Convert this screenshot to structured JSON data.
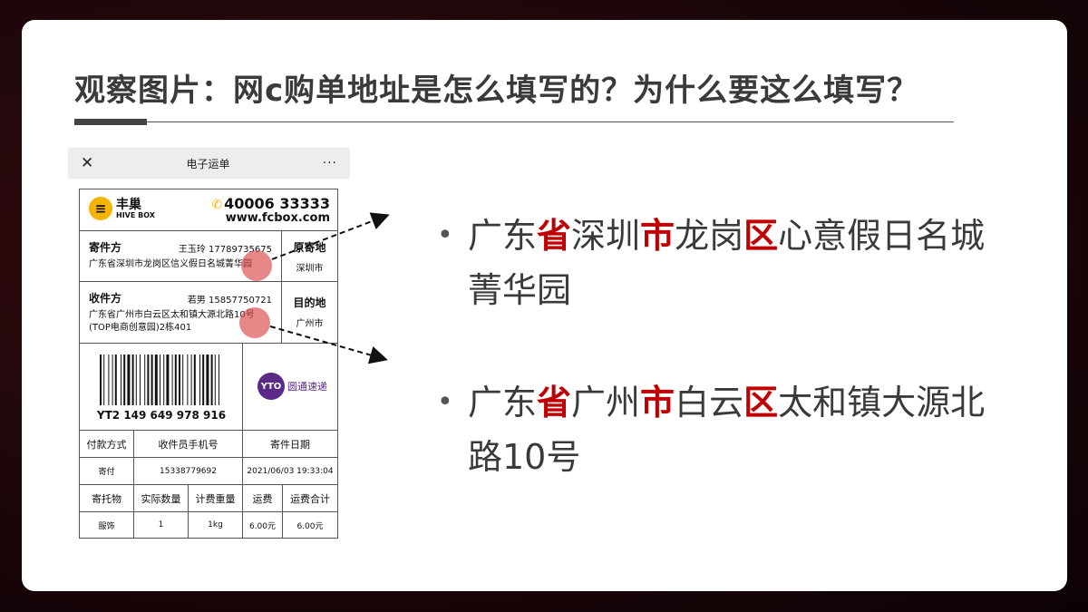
{
  "slide": {
    "title": "观察图片：网c购单地址是怎么填写的？为什么要这么填写？"
  },
  "phone": {
    "close_icon": "✕",
    "header_title": "电子运单",
    "more_icon": "···"
  },
  "waybill": {
    "brand_cn": "丰巢",
    "brand_en": "HIVE BOX",
    "hotline": "40006 33333",
    "website": "www.fcbox.com",
    "sender_label": "寄件方",
    "sender_name": "王玉玲 17789735675",
    "sender_address": "广东省深圳市龙岗区信义假日名城菁华园",
    "origin_label": "原寄地",
    "origin_value": "深圳市",
    "receiver_label": "收件方",
    "receiver_name": "若男 15857750721",
    "receiver_address": "广东省广州市白云区太和镇大源北路10号(TOP电商创意园)2栋401",
    "dest_label": "目的地",
    "dest_value": "广州市",
    "tracking_number": "YT2 149 649 978 916",
    "carrier_logo": "YTO",
    "carrier_name": "圆通速递",
    "table": {
      "row1": [
        "付款方式",
        "收件员手机号",
        "寄件日期"
      ],
      "row2": [
        "寄付",
        "15338779692",
        "2021/06/03 19:33:04"
      ],
      "row3": [
        "寄托物",
        "实际数量",
        "计费重量",
        "运费",
        "运费合计"
      ],
      "row4": [
        "服饰",
        "1",
        "1kg",
        "6.00元",
        "6.00元"
      ]
    }
  },
  "bullets": [
    {
      "parts": [
        "广东",
        "省",
        "深圳",
        "市",
        "龙岗",
        "区",
        "心意假日名城菁华园"
      ]
    },
    {
      "parts": [
        "广东",
        "省",
        "广州",
        "市",
        "白云",
        "区",
        "太和镇大源北路10号"
      ]
    }
  ],
  "colors": {
    "highlight": "#c00000",
    "marker": "#dc4646",
    "brand_yellow": "#f5b400",
    "carrier_purple": "#5b2a86"
  }
}
